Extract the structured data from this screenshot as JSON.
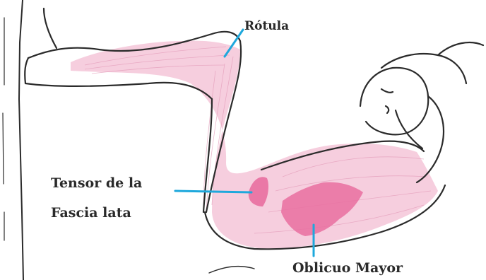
{
  "figure": {
    "labels": {
      "rotula": "Rótula",
      "tensor_line1": "Tensor de la",
      "tensor_line2": "Fascia lata",
      "oblicuo": "Oblicuo Mayor"
    },
    "colors": {
      "muscle_light": "#f4c6d8",
      "muscle_highlight": "#e96fa0",
      "leader_line": "#1ea8dc",
      "outline": "#2b2b2b",
      "label_text": "#2a2a2a"
    }
  }
}
